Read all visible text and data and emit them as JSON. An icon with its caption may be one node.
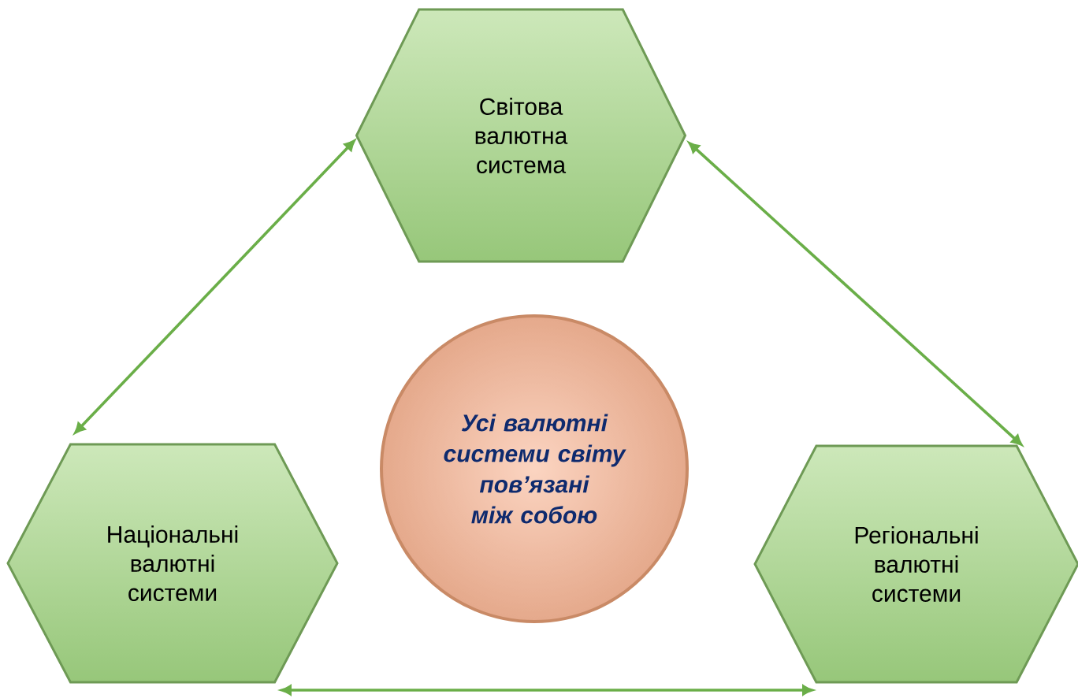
{
  "diagram": {
    "nodes": [
      {
        "text": [
          "Світова валютна система"
        ]
      },
      {
        "text": [
          "Національні валютні системи"
        ]
      },
      {
        "text": [
          "Регіональні валютні системи"
        ]
      },
      {
        "text": [
          "Усі валютні системи світу пов’язані між собою"
        ]
      }
    ],
    "edges": [
      {
        "from": 0,
        "to": 1,
        "arrow": "both"
      },
      {
        "from": 0,
        "to": 2,
        "arrow": "both"
      },
      {
        "from": 1,
        "to": 2,
        "arrow": "both"
      }
    ]
  }
}
